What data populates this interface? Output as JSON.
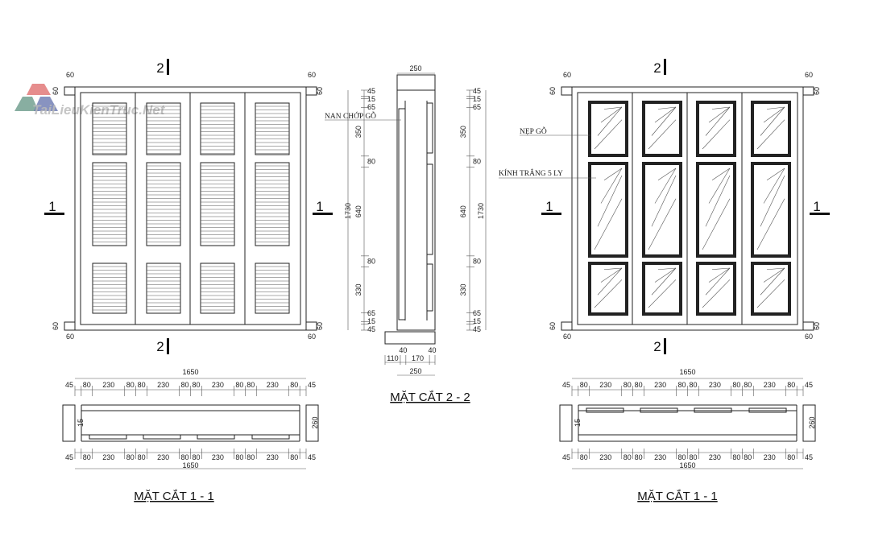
{
  "watermark": "TaiLieuKienTruc.Net",
  "section_marks": {
    "two": "2",
    "one": "1"
  },
  "corner_dim": "60",
  "labels": {
    "louvre": "NAN CHỚP GỖ",
    "bead": "NẸP GỖ",
    "glass": "KÍNH TRẮNG 5 LY"
  },
  "titles": {
    "section_2_2": "MẶT CẮT 2 - 2",
    "section_1_1_left": "MẶT CẮT 1 - 1",
    "section_1_1_right": "MẶT CẮT 1 - 1"
  },
  "section_2_2": {
    "height_total": "1730",
    "height_chain": [
      "45",
      "15",
      "65",
      "350",
      "80",
      "640",
      "80",
      "330",
      "65",
      "15",
      "45"
    ],
    "width_chain": [
      "110",
      "40",
      "170",
      "40"
    ],
    "width_total": "250",
    "top_width": "250"
  },
  "section_1_1": {
    "total": "1650",
    "chain": [
      "45",
      "80",
      "230",
      "80",
      "80",
      "230",
      "80",
      "80",
      "230",
      "80",
      "80",
      "230",
      "80",
      "45"
    ],
    "gap": "15",
    "depth": "260"
  },
  "colors": {
    "line": "#222222",
    "watermark_red": "#e07070",
    "watermark_green": "#6a9a8a",
    "watermark_blue": "#6a78b0"
  }
}
